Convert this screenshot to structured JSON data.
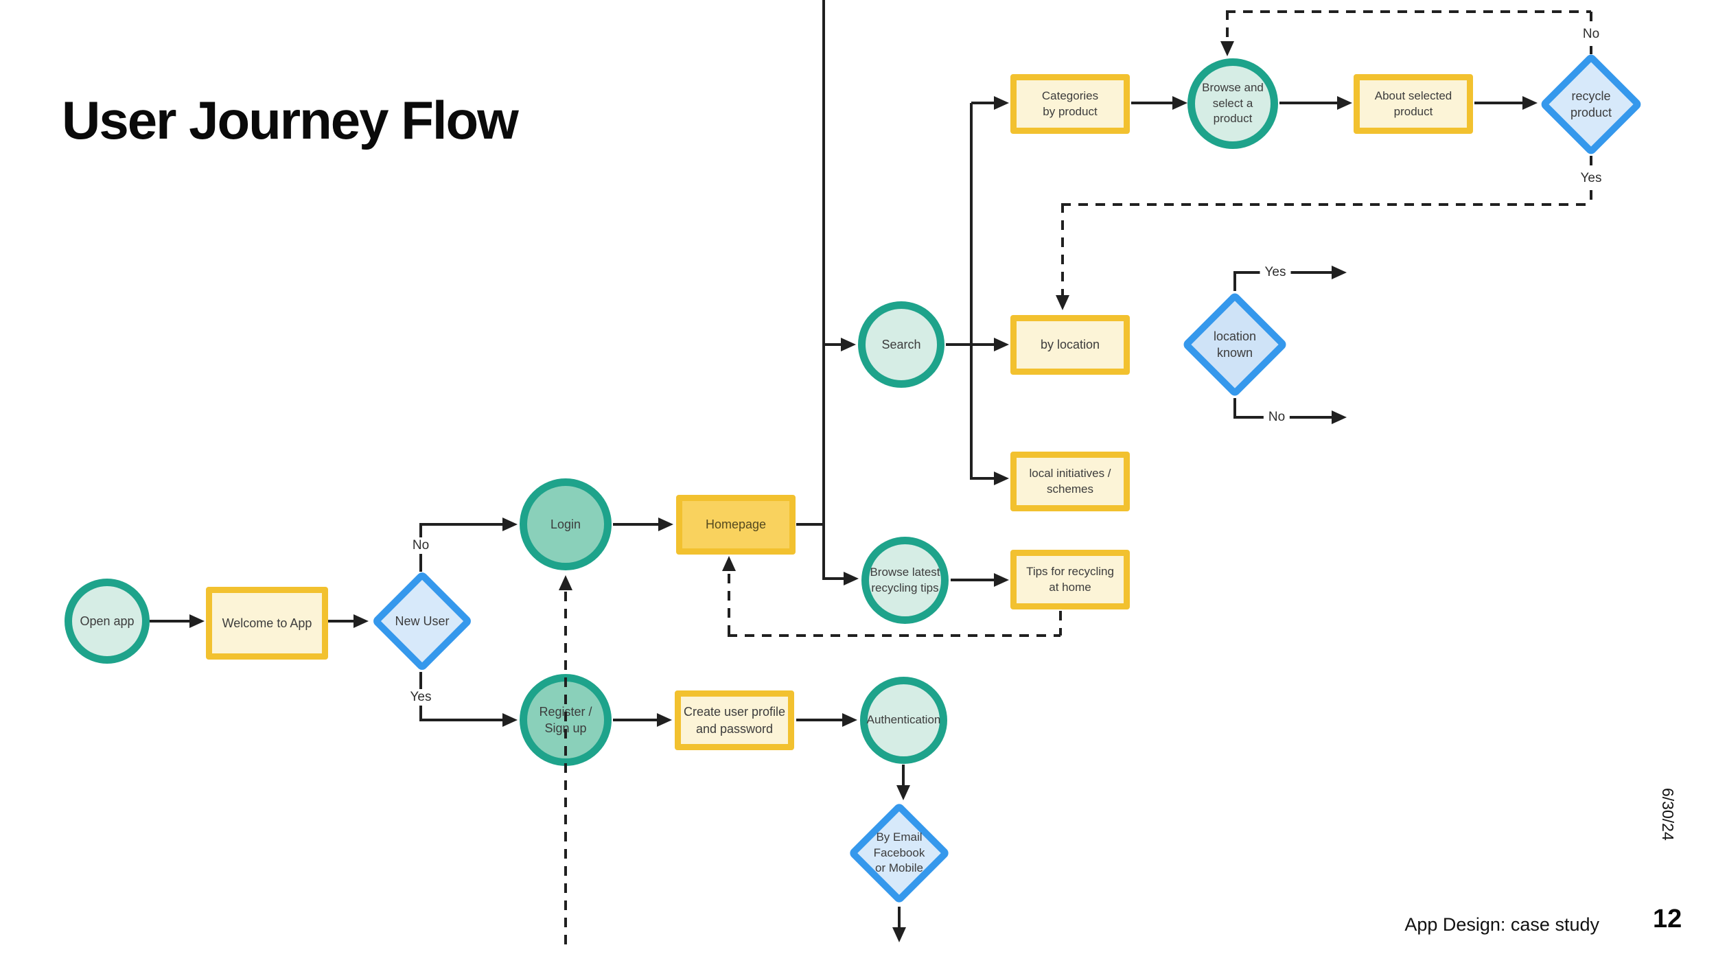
{
  "slide": {
    "title": "User Journey Flow",
    "footer": {
      "label": "App Design: case study",
      "page": "12",
      "date": "6/30/24"
    }
  },
  "colors": {
    "teal_border": "#1ea38b",
    "mint_fill": "#d6ede5",
    "teal_fill": "#8ad0ba",
    "yellow_border": "#f2c12f",
    "cream_fill": "#fcf4d7",
    "amber_fill": "#f9d25e",
    "blue_border": "#3598ec",
    "blue_fill": "#d7e9fa",
    "line": "#202020",
    "text": "#3c3c3c"
  },
  "nodes": [
    {
      "id": "open-app",
      "type": "circle",
      "label": "Open app"
    },
    {
      "id": "welcome",
      "type": "rect",
      "label": "Welcome to App"
    },
    {
      "id": "new-user",
      "type": "diamond",
      "label": "New User"
    },
    {
      "id": "login",
      "type": "circle",
      "label": "Login"
    },
    {
      "id": "register",
      "type": "circle",
      "label": "Register /\nSign up"
    },
    {
      "id": "homepage",
      "type": "rect",
      "label": "Homepage"
    },
    {
      "id": "create-profile",
      "type": "rect",
      "label": "Create user profile\nand password"
    },
    {
      "id": "authentication",
      "type": "circle",
      "label": "Authentication"
    },
    {
      "id": "by-email",
      "type": "diamond",
      "label": "By Email\nFacebook\nor Mobile"
    },
    {
      "id": "search",
      "type": "circle",
      "label": "Search"
    },
    {
      "id": "by-location",
      "type": "rect",
      "label": "by location"
    },
    {
      "id": "location-known",
      "type": "diamond",
      "label": "location\nknown"
    },
    {
      "id": "browse-latest",
      "type": "circle",
      "label": "Browse latest\nrecycling tips"
    },
    {
      "id": "tips-home",
      "type": "rect",
      "label": "Tips for recycling\nat home"
    },
    {
      "id": "local-initiatives",
      "type": "rect",
      "label": "local initiatives /\nschemes"
    },
    {
      "id": "categories",
      "type": "rect",
      "label": "Categories\nby product"
    },
    {
      "id": "browse-select",
      "type": "circle",
      "label": "Browse and\nselect a\nproduct"
    },
    {
      "id": "about-selected",
      "type": "rect",
      "label": "About selected\nproduct"
    },
    {
      "id": "recycle-product",
      "type": "diamond",
      "label": "recycle\nproduct"
    }
  ],
  "edges": {
    "new_user": {
      "no": "No",
      "yes": "Yes"
    },
    "location_known": {
      "yes": "Yes",
      "no": "No"
    },
    "recycle_product": {
      "no": "No",
      "yes": "Yes"
    }
  }
}
